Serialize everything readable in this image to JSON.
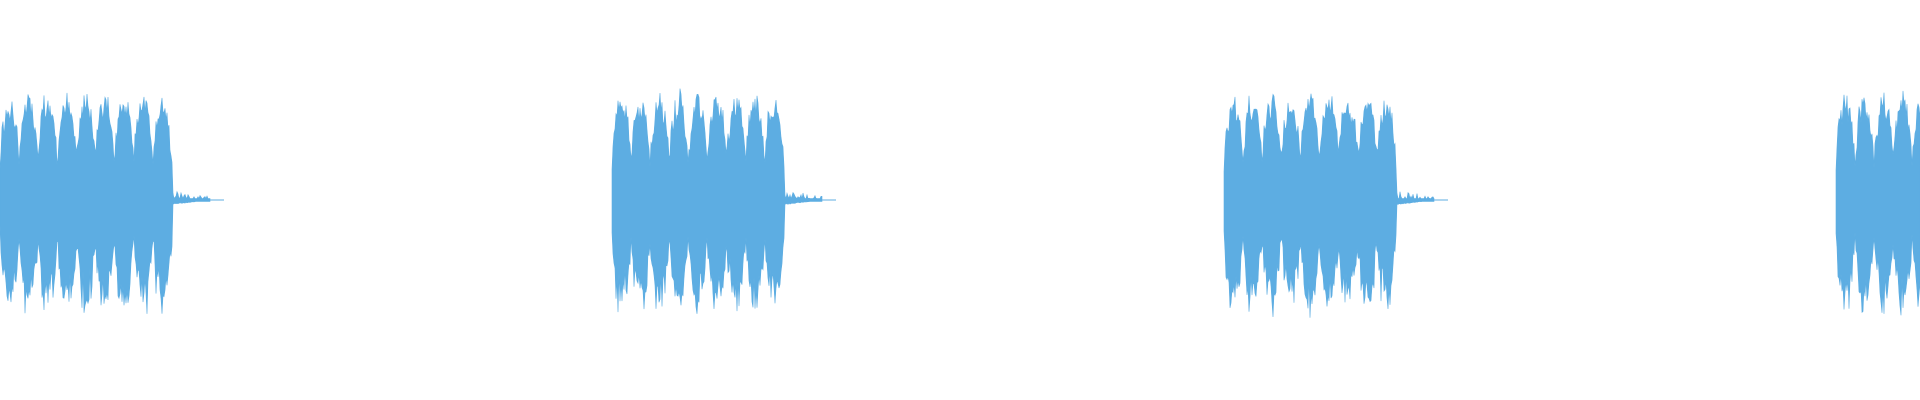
{
  "waveform": {
    "color": "#5dade2",
    "background": "#ffffff",
    "clip_count": 4,
    "clip_lengths": [
      0.145,
      0.145,
      0.145,
      0.145
    ],
    "clip_starts": [
      0.0,
      0.26,
      0.52,
      0.78
    ]
  }
}
